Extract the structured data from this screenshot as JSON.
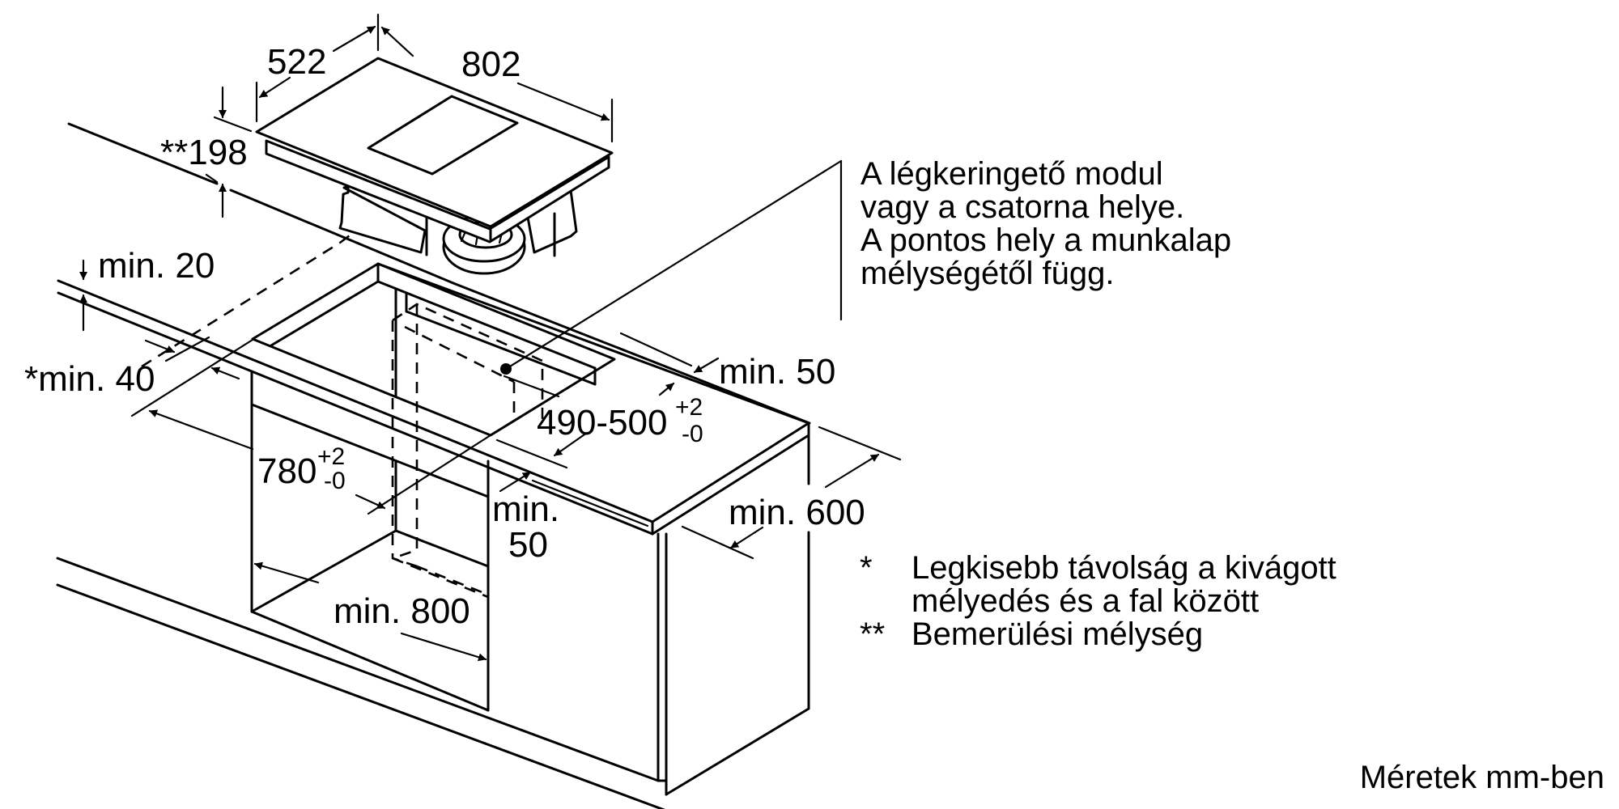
{
  "diagram": {
    "title": "Installation dimensions – cooktop with integrated ventilation",
    "dimensions": {
      "hob_depth": "522",
      "hob_width": "802",
      "installation_depth": "**198",
      "min_20": "min. 20",
      "min_40": "*min. 40",
      "cutout_width": "780",
      "cutout_width_tol_plus": "+2",
      "cutout_width_tol_minus": "-0",
      "cutout_depth": "490-500",
      "cutout_depth_tol_plus": "+2",
      "cutout_depth_tol_minus": "-0",
      "min_50_back": "min. 50",
      "min_50_front_1": "min.",
      "min_50_front_2": "50",
      "min_600": "min. 600",
      "min_800": "min. 800"
    },
    "callout": {
      "lines": [
        "A légkeringető modul",
        "vagy a csatorna helye.",
        "A pontos hely a munkalap",
        "mélységétől függ."
      ]
    },
    "legend": [
      {
        "mark": "*",
        "lines": [
          "Legkisebb távolság a kivágott",
          "mélyedés és a fal között"
        ]
      },
      {
        "mark": "**",
        "lines": [
          "Bemerülési mélység"
        ]
      }
    ],
    "units_note": "Méretek mm-ben"
  }
}
